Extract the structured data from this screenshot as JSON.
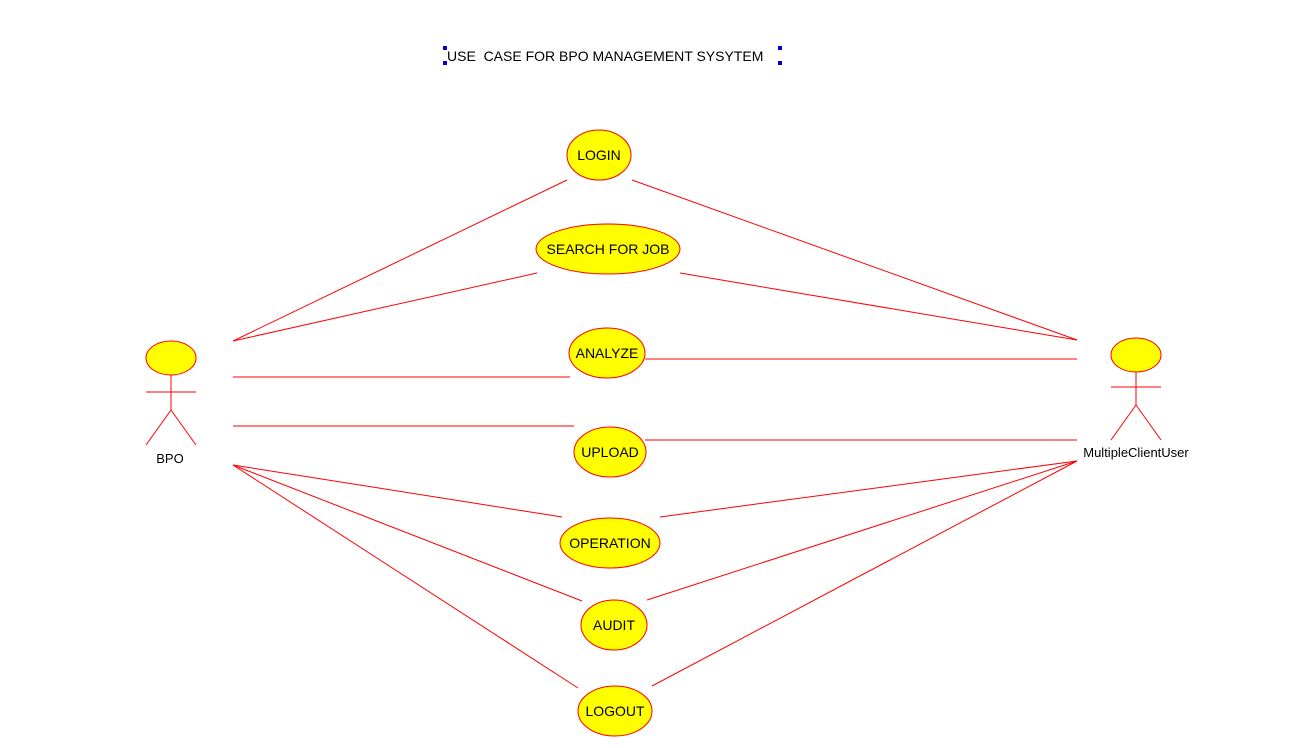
{
  "title": "USE  CASE FOR BPO MANAGEMENT SYSYTEM",
  "colors": {
    "line": "#ff0000",
    "usecase_fill": "#ffff00",
    "usecase_stroke": "#ff0000",
    "actor_head_fill": "#ffff00",
    "selection_handles": "#0000cc"
  },
  "actors": {
    "left": {
      "name": "BPO"
    },
    "right": {
      "name": "MultipleClientUser"
    }
  },
  "use_cases": [
    {
      "label": "LOGIN"
    },
    {
      "label": "SEARCH FOR JOB"
    },
    {
      "label": "ANALYZE"
    },
    {
      "label": "UPLOAD"
    },
    {
      "label": "OPERATION"
    },
    {
      "label": "AUDIT"
    },
    {
      "label": "LOGOUT"
    }
  ]
}
